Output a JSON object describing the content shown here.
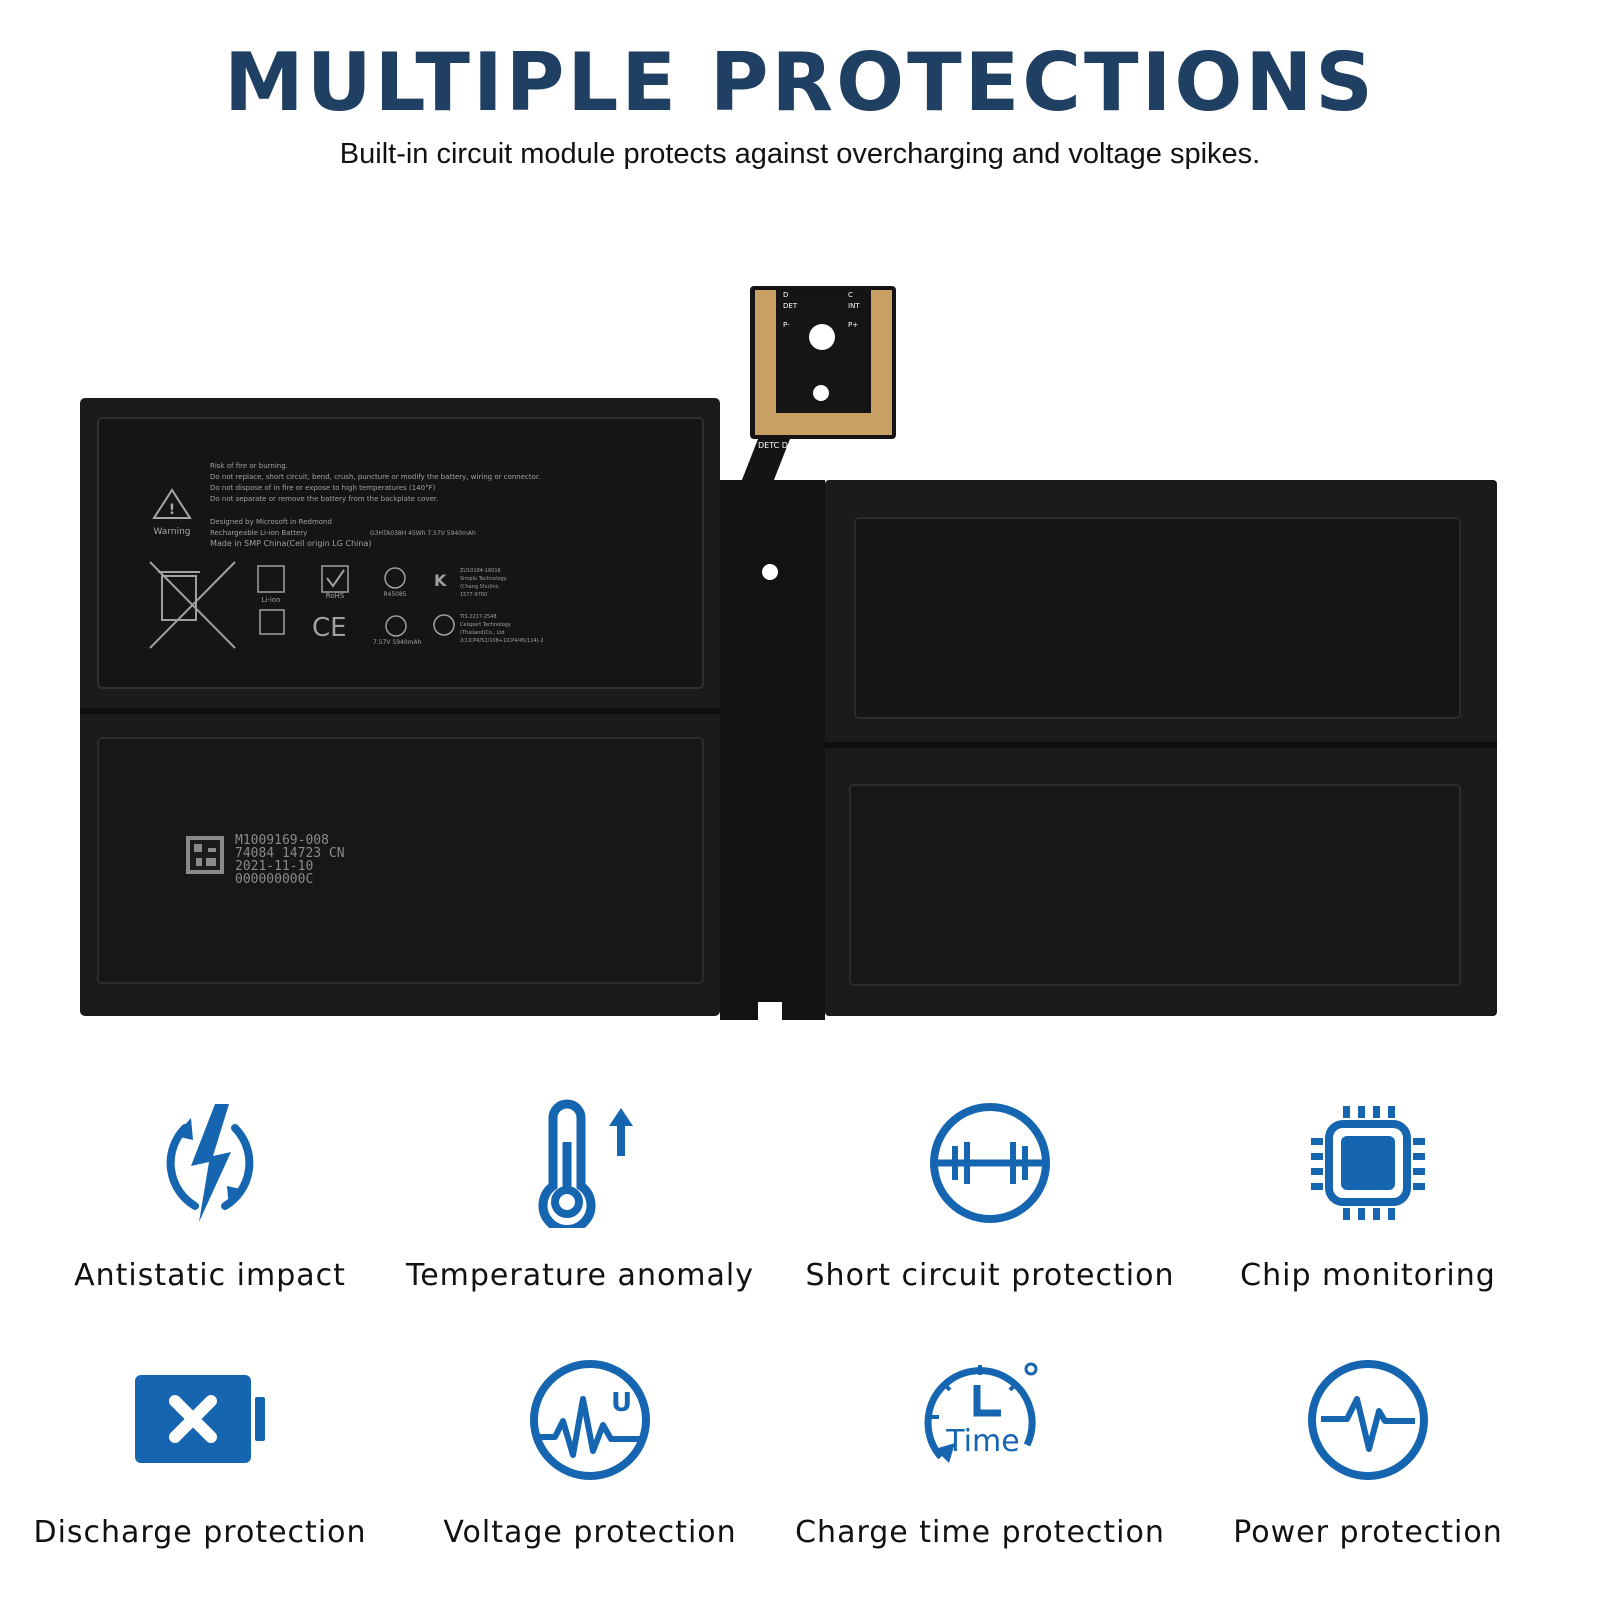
{
  "header": {
    "title": "MULTIPLE PROTECTIONS",
    "subtitle": "Built-in circuit module protects against overcharging and voltage spikes."
  },
  "colors": {
    "title": "#1f3f63",
    "icon_blue": "#1565b0",
    "battery_body": "#151617",
    "connector_gold": "#c9a063"
  },
  "battery": {
    "connector_labels": [
      "D",
      "DET",
      "C",
      "INT",
      "P-",
      "P+"
    ],
    "connector_tail_label": "DETC D INT+",
    "warning_label": "Warning",
    "warning_lines": [
      "Risk of fire or burning.",
      "Do not replace, short circuit, bend, crush, puncture or modify the battery, wiring or connector.",
      "Do not dispose of in fire or expose to high temperatures (140°F)",
      "Do not separate or remove the battery from the backplate cover."
    ],
    "designed_by": "Designed by Microsoft in Redmond",
    "rechargeable": "Rechargeable Li-ion Battery",
    "model_spec": "G3HTA038H 45Wh 7.57V 5940mAh",
    "made_in": "Made in SMP China(Cell origin LG China)",
    "cert_liion": "Li-ion",
    "cert_rohs": "RoHS",
    "cert_r": "R45085",
    "rating": "7.57V 5940mAh",
    "kc_lines": [
      "ZU10184-16016",
      "Simplo Technology",
      "(Chang Shu)Inc.",
      "1577-9700"
    ],
    "tis_lines": [
      "TIS.2217-2548",
      "Celxpert Technology",
      "(Thailand)Co., Ltd",
      "2(1ICP4/52/108+1ICP4/45/114)-2"
    ],
    "serial_lines": [
      "M1009169-008",
      "74084 14723 CN",
      "2021-11-10",
      "000000000C"
    ]
  },
  "features": [
    {
      "icon": "lightning-shield-icon",
      "label": "Antistatic impact"
    },
    {
      "icon": "thermometer-up-icon",
      "label": "Temperature anomaly"
    },
    {
      "icon": "short-circuit-icon",
      "label": "Short circuit protection"
    },
    {
      "icon": "chip-icon",
      "label": "Chip monitoring"
    },
    {
      "icon": "battery-x-icon",
      "label": "Discharge protection"
    },
    {
      "icon": "voltage-wave-icon",
      "label": "Voltage protection"
    },
    {
      "icon": "clock-time-icon",
      "label": "Charge time protection",
      "icon_text": "Time"
    },
    {
      "icon": "pulse-icon",
      "label": "Power protection"
    }
  ]
}
